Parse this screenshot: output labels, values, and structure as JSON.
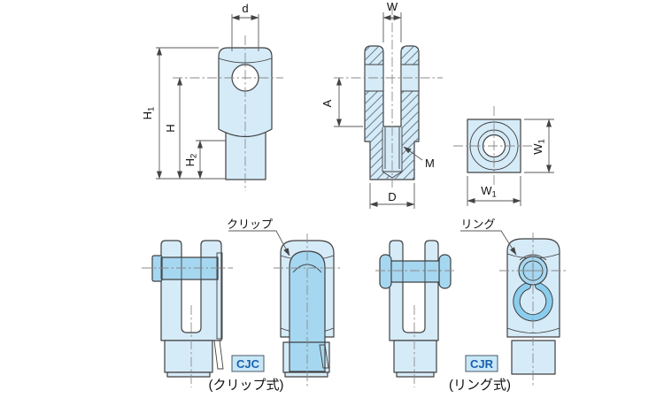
{
  "colors": {
    "background": "#ffffff",
    "body_fill": "#d6ebf8",
    "part_fill": "#a6d7f1",
    "ring_fill": "#8bcdee",
    "inner_fill": "#c6e7f7",
    "outline": "#404040",
    "centerline": "#8a8a8a",
    "dimension_line": "#5a5a5a",
    "badge_bg": "#c7e7f7",
    "badge_border": "#4a5a66",
    "badge_text": "#1a5fae",
    "text": "#111111"
  },
  "dimensions": {
    "d": "d",
    "H": "H",
    "sub1": "1",
    "sub2": "2",
    "W": "W",
    "A": "A",
    "M": "M",
    "D": "D",
    "W1_main": "W",
    "W1_sub": "1"
  },
  "callouts": {
    "clip": "クリップ",
    "ring": "リング"
  },
  "models": {
    "cjc": {
      "code": "CJC",
      "caption": "(クリップ式)"
    },
    "cjr": {
      "code": "CJR",
      "caption": "(リング式)"
    }
  }
}
